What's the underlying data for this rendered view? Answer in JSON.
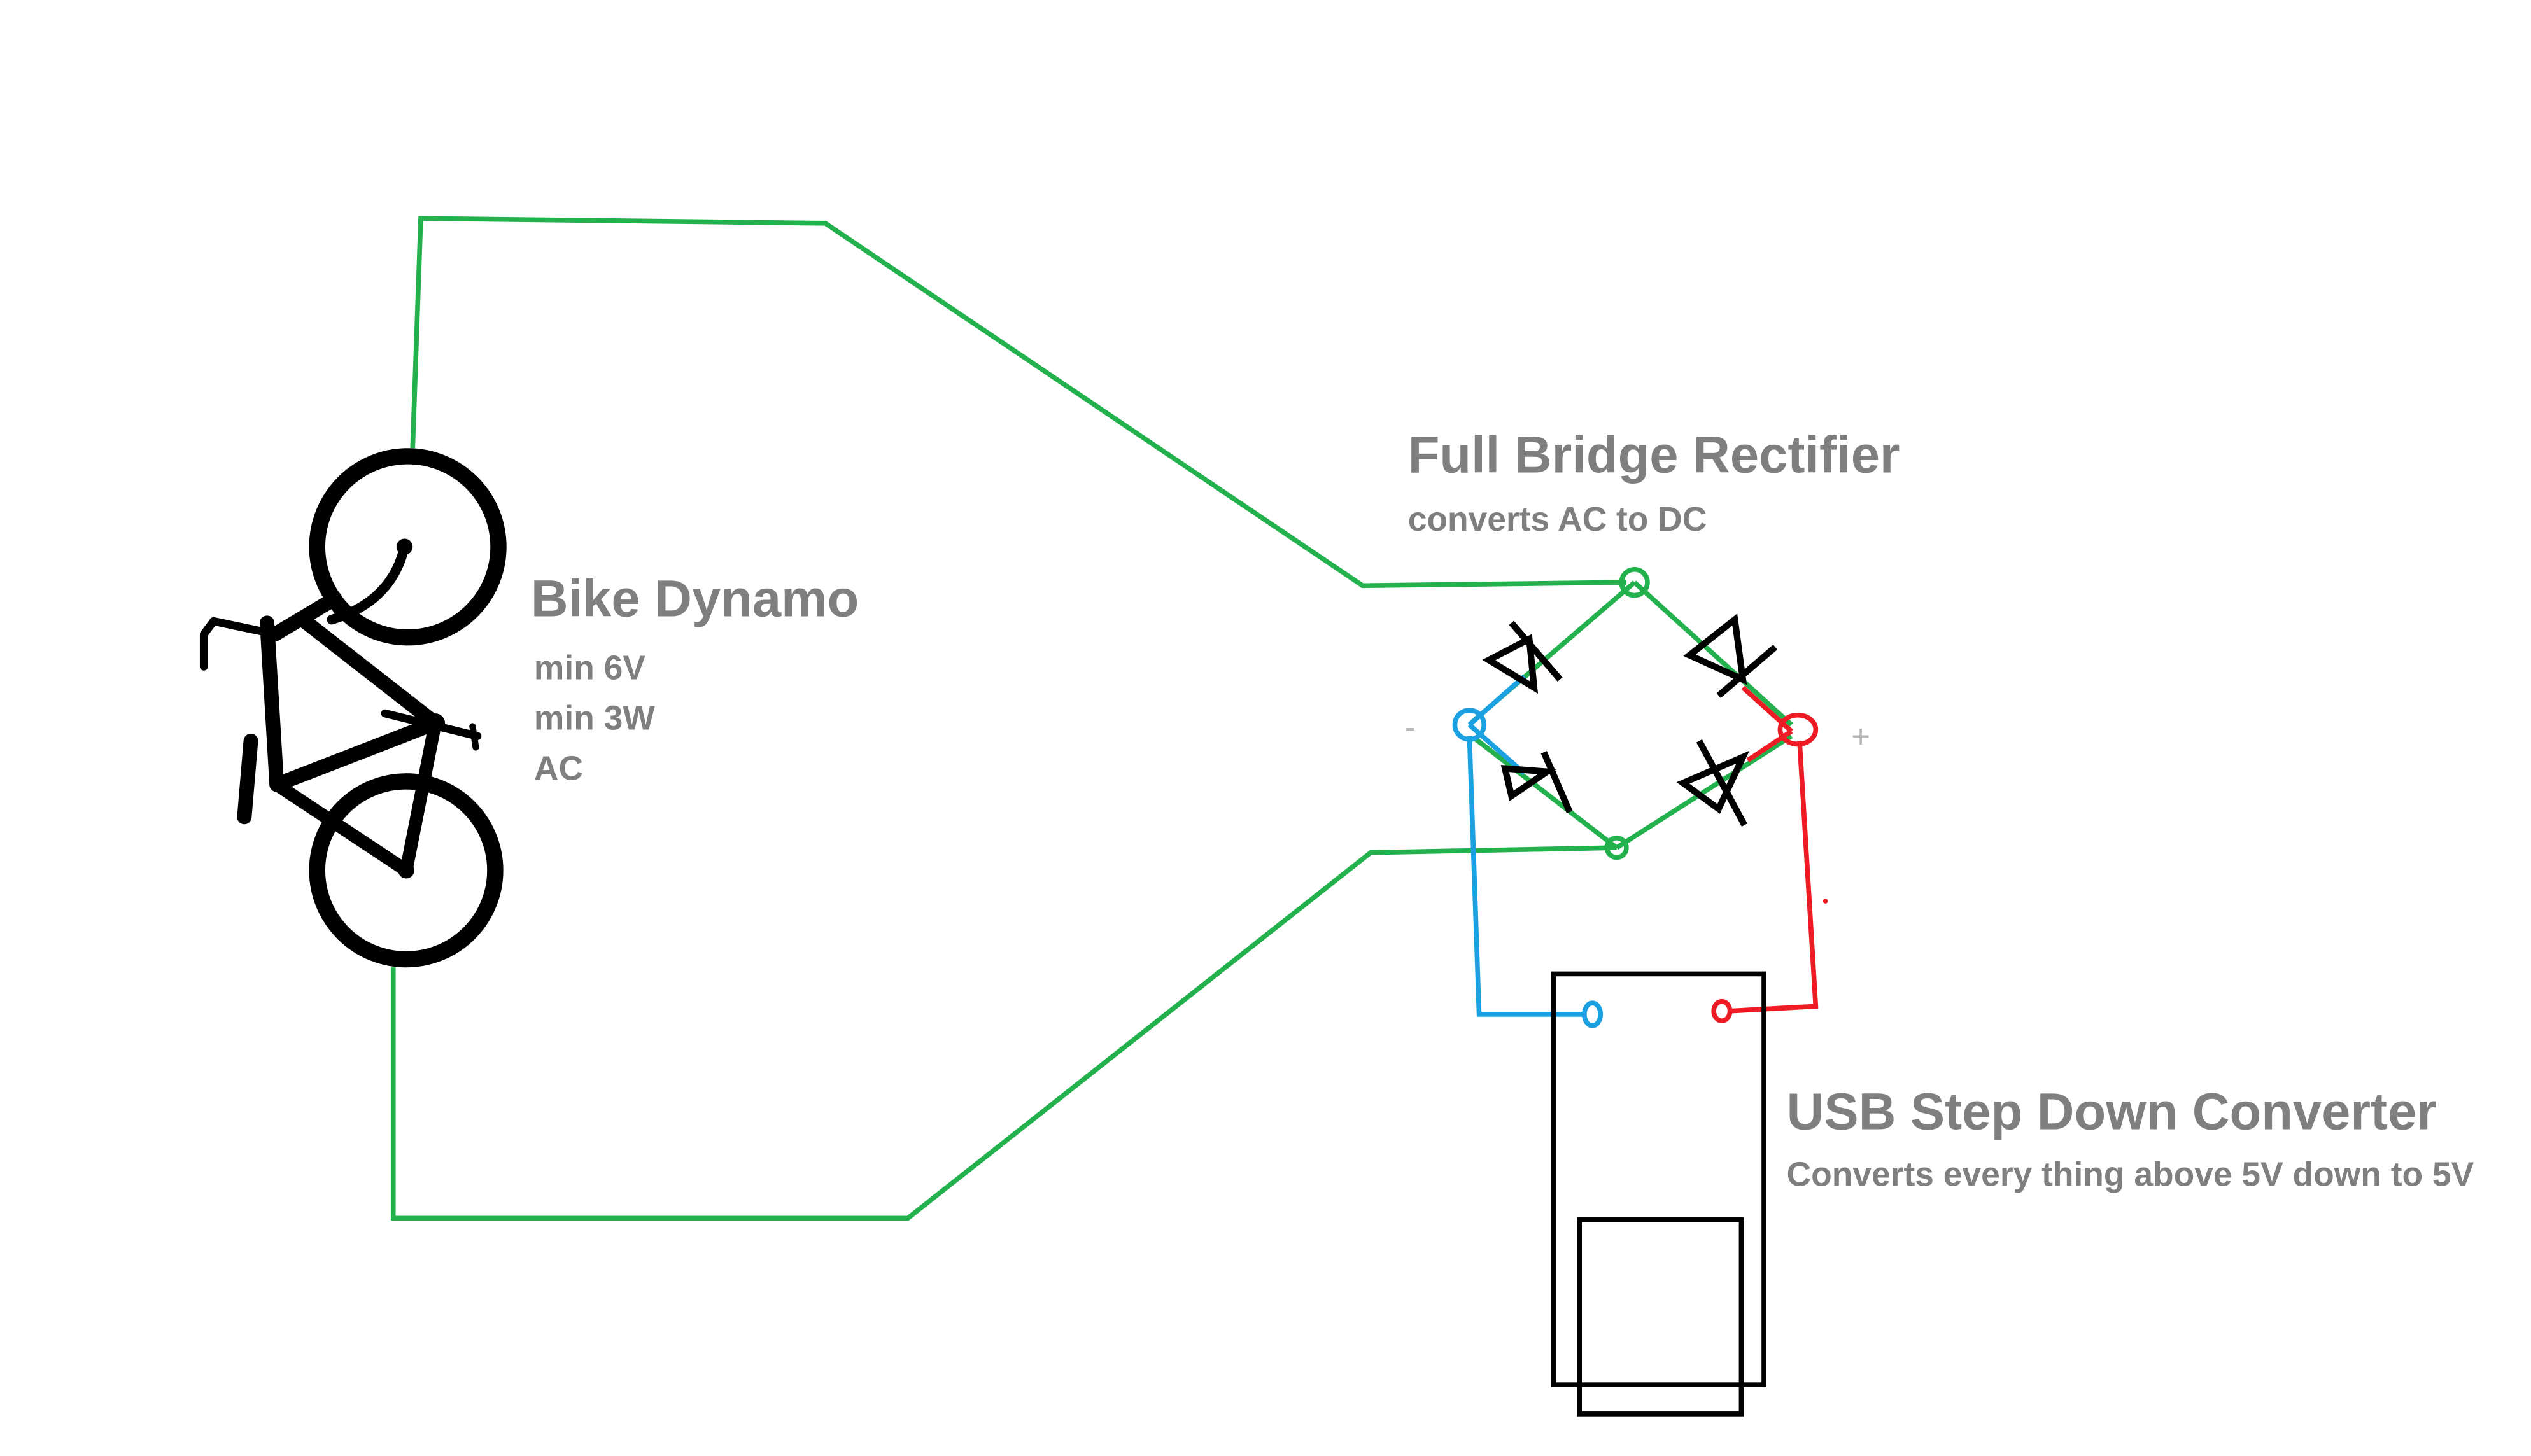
{
  "labels": {
    "dynamo_title": "Bike Dynamo",
    "dynamo_spec_1": "min 6V",
    "dynamo_spec_2": "min 3W",
    "dynamo_spec_3": "AC",
    "rectifier_title": "Full Bridge Rectifier",
    "rectifier_subtitle": "converts AC to DC",
    "minus": "-",
    "plus": "+",
    "converter_title": "USB Step Down Converter",
    "converter_subtitle": "Converts every thing above 5V down to 5V"
  },
  "colors": {
    "ac_wire": "#22b14c",
    "negative_wire": "#1ba1e2",
    "positive_wire": "#ed1c24",
    "outline": "#000000",
    "label_text": "#7f7f7f",
    "polarity_text": "#b8b8b8"
  },
  "icons": {
    "dynamo": "bicycle-icon",
    "rectifier_diodes": "diode-icon",
    "converter": "usb-converter-icon"
  }
}
